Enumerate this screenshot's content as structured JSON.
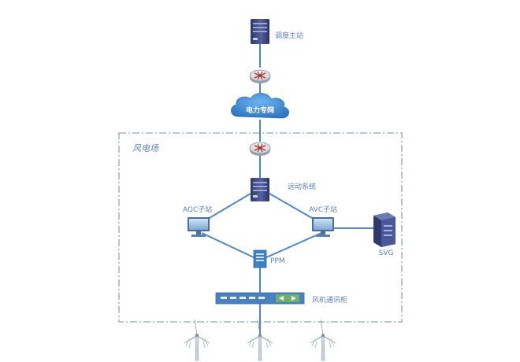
{
  "diagram": {
    "zone_label": "风电场",
    "cloud_label": "电力专网",
    "nodes": {
      "dispatch": "调度主站",
      "telecontrol": "远动系统",
      "agc": "AGC子站",
      "avc": "AVC子站",
      "svg": "SVG",
      "ppm": "PPM",
      "comm_cabinet": "风机通讯柜"
    },
    "turbine_count": 3
  },
  "colors": {
    "line": "#4f86c6",
    "zone_border": "#8fa6bb",
    "label": "#5b7fb2",
    "cloud": "#3f86cc",
    "server": "#3f4e8c",
    "switch": "#4a7fc0"
  }
}
